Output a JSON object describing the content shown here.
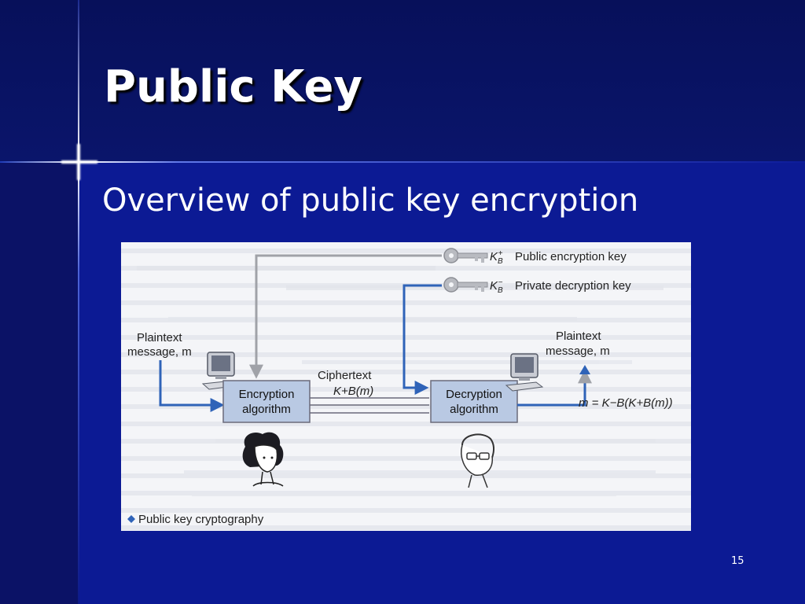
{
  "slide": {
    "title": "Public Key",
    "subtitle": "Overview of public key encryption",
    "page_number": "15"
  },
  "figure": {
    "public_key_symbol": "K",
    "public_key_sub": "B",
    "public_key_sup": "+",
    "public_key_label": "Public encryption key",
    "private_key_symbol": "K",
    "private_key_sub": "B",
    "private_key_sup": "−",
    "private_key_label": "Private decryption key",
    "plaintext_in_line1": "Plaintext",
    "plaintext_in_line2": "message, m",
    "plaintext_out_line1": "Plaintext",
    "plaintext_out_line2": "message, m",
    "ciphertext_label": "Ciphertext",
    "ciphertext_formula": "K+B(m)",
    "encryption_line1": "Encryption",
    "encryption_line2": "algorithm",
    "decryption_line1": "Decryption",
    "decryption_line2": "algorithm",
    "result_formula": "m = K−B(K+B(m))",
    "caption": "Public key cryptography",
    "colors": {
      "arrow_blue": "#2f63b8",
      "box_fill": "#b9c9e3",
      "box_stroke": "#6a6a7a",
      "key_gray": "#a9abb1"
    },
    "icons": [
      "computer-icon",
      "computer-icon",
      "woman-portrait",
      "man-portrait",
      "key-icon",
      "key-icon"
    ]
  }
}
